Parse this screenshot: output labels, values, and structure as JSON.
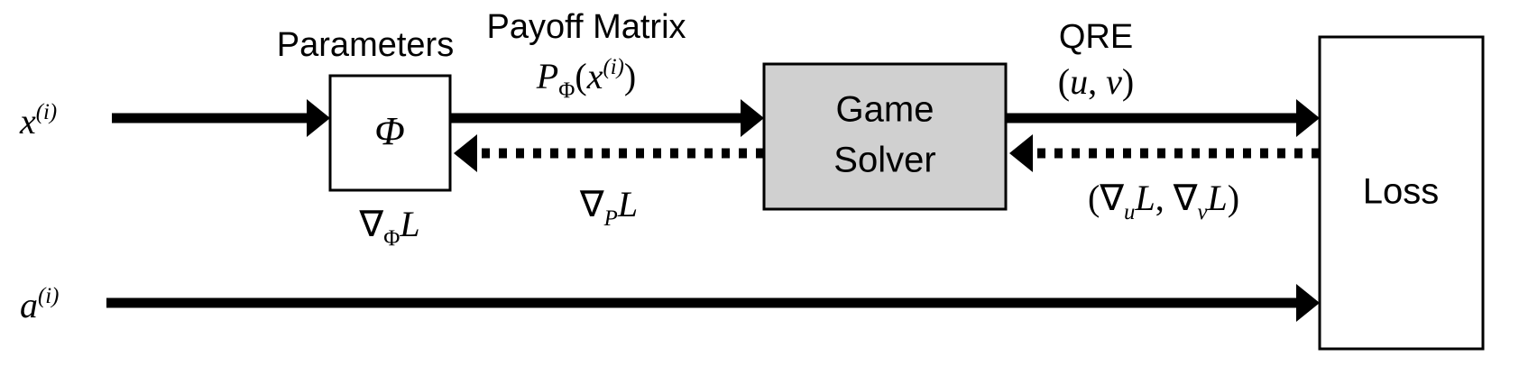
{
  "diagram": {
    "title": "Differentiable game solver training pipeline",
    "background_color": "#ffffff",
    "stroke_color": "#000000"
  },
  "nodes": [
    {
      "id": "parameters",
      "caption": "Parameters",
      "label": "Φ",
      "sublabel": "∇",
      "sublabel_sub": "Φ",
      "sublabel_tail": "L",
      "fill": "#ffffff"
    },
    {
      "id": "game-solver",
      "label_line1": "Game",
      "label_line2": "Solver",
      "fill": "#d0d0d0"
    },
    {
      "id": "loss",
      "label": "Loss",
      "fill": "#ffffff"
    }
  ],
  "inputs": [
    {
      "id": "x-input",
      "label_base": "x",
      "label_sup": "(i)"
    },
    {
      "id": "a-input",
      "label_base": "a",
      "label_sup": "(i)"
    }
  ],
  "edge_labels": {
    "payoff_matrix": {
      "title": "Payoff Matrix",
      "formula_base": "P",
      "formula_sub": "Φ",
      "formula_tail_open": "(",
      "formula_var": "x",
      "formula_sup": "(i)",
      "formula_tail_close": ")"
    },
    "qre": {
      "title": "QRE",
      "formula": "(u, v)",
      "formula_open": "(",
      "formula_u": "u",
      "formula_comma": ", ",
      "formula_v": "v",
      "formula_close": ")"
    },
    "grad_phi": {
      "nabla": "∇",
      "sub": "Φ",
      "tail": "L"
    },
    "grad_p": {
      "nabla": "∇",
      "sub": "P",
      "tail": "L"
    },
    "grad_uv": {
      "open": "(",
      "nabla1": "∇",
      "sub1": "u",
      "tail1": "L",
      "comma": ", ",
      "nabla2": "∇",
      "sub2": "v",
      "tail2": "L",
      "close": ")"
    }
  }
}
